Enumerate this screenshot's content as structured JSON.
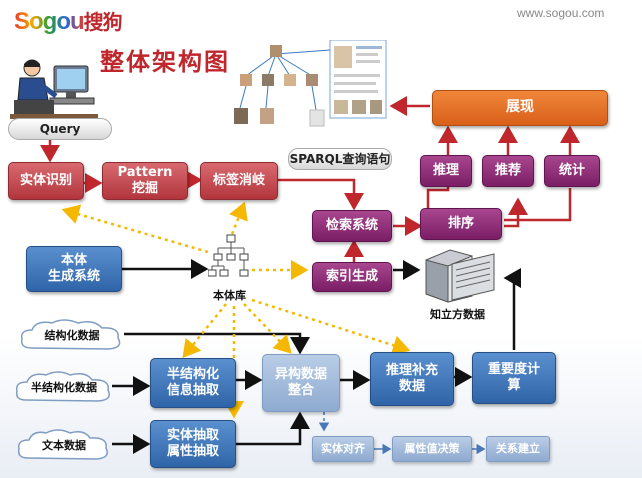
{
  "header": {
    "logo_text": "Sogou",
    "logo_cn": "搜狗",
    "site_url": "www.sogou.com",
    "title": "整体架构图"
  },
  "boxes": {
    "query": "Query",
    "entity_recognition": "实体识别",
    "pattern_mining": "Pattern\n挖掘",
    "label_disambiguation": "标签消岐",
    "sparql": "SPARQL查询语句",
    "retrieval_system": "检索系统",
    "index_generation": "索引生成",
    "ranking": "排序",
    "display": "展现",
    "inference": "推理",
    "recommendation": "推荐",
    "statistics": "统计",
    "ontology_generation": "本体\n生成系统",
    "ontology_base": "本体库",
    "cube_data": "知立方数据",
    "structured_data": "结构化数据",
    "semi_structured_data": "半结构化数据",
    "text_data": "文本数据",
    "semi_structured_extraction": "半结构化\n信息抽取",
    "entity_attr_extraction": "实体抽取\n属性抽取",
    "heterogeneous_integration": "异构数据\n整合",
    "inference_completion": "推理补充\n数据",
    "importance_calc": "重要度计\n算",
    "entity_alignment": "实体对齐",
    "attr_decision": "属性值决策",
    "relation_building": "关系建立"
  },
  "colors": {
    "red_box": "#b2353d",
    "purple_box": "#7b1e66",
    "blue_box": "#2f64a8",
    "orange_box": "#d9601a",
    "title_red": "#c0272d",
    "arrow_red": "#c0272d",
    "arrow_dotted": "#f5b800"
  }
}
